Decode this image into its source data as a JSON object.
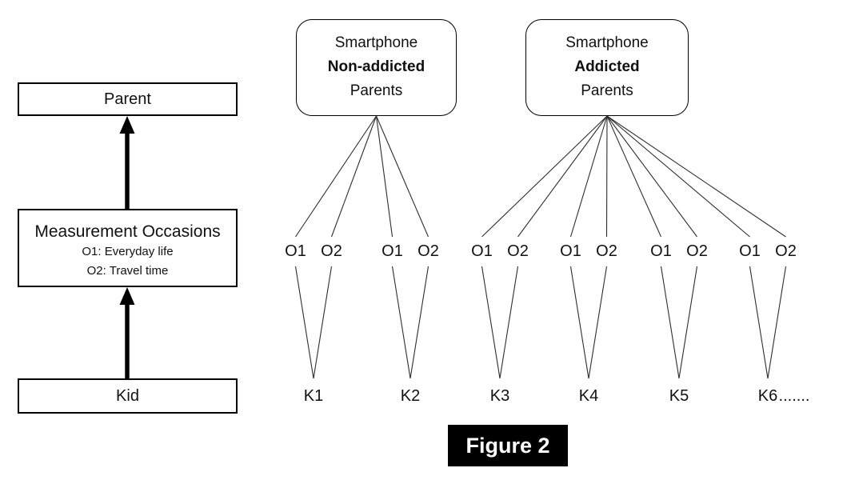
{
  "figure_label": "Figure 2",
  "hierarchy": {
    "parent_label": "Parent",
    "measurement_title": "Measurement Occasions",
    "occasion_definitions": [
      "O1: Everyday life",
      "O2: Travel time"
    ],
    "kid_label": "Kid"
  },
  "groups": [
    {
      "line1": "Smartphone",
      "line2": "Non-addicted",
      "line3": "Parents",
      "kids": [
        "K1",
        "K2"
      ]
    },
    {
      "line1": "Smartphone",
      "line2": "Addicted",
      "line3": "Parents",
      "kids": [
        "K3",
        "K4",
        "K5",
        "K6"
      ]
    }
  ],
  "occasions_per_kid": [
    "O1",
    "O2"
  ],
  "trailing_dots": ".......",
  "colors": {
    "ink": "#000000",
    "line": "#2e2e2e",
    "background": "#ffffff",
    "figure_label_bg": "#000000",
    "figure_label_fg": "#ffffff"
  }
}
